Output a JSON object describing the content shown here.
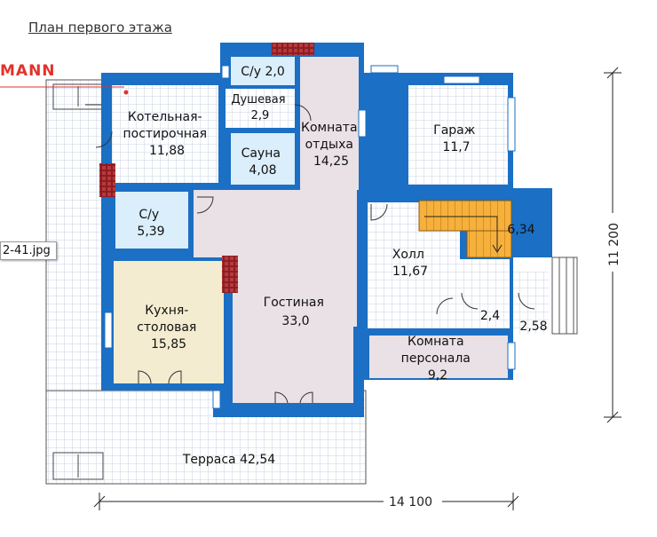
{
  "header": {
    "title": "План первого этажа"
  },
  "brand": {
    "text": "MANN"
  },
  "file_chip": {
    "text": "2-41.jpg"
  },
  "dimensions": {
    "width": "14 100",
    "height": "11 200"
  },
  "rooms": [
    {
      "id": "wc1",
      "lines": [
        "С/у 2,0"
      ]
    },
    {
      "id": "shower",
      "lines": [
        "Душевая",
        "2,9"
      ]
    },
    {
      "id": "boiler",
      "lines": [
        "Котельная-",
        "постирочная",
        "11,88"
      ]
    },
    {
      "id": "sauna",
      "lines": [
        "Сауна",
        "4,08"
      ]
    },
    {
      "id": "rest",
      "lines": [
        "Комната",
        "отдыха",
        "14,25"
      ]
    },
    {
      "id": "garage",
      "lines": [
        "Гараж",
        "11,7"
      ]
    },
    {
      "id": "wc2",
      "lines": [
        "С/у",
        "5,39"
      ]
    },
    {
      "id": "stairs",
      "lines": [
        "6,34"
      ]
    },
    {
      "id": "hall",
      "lines": [
        "Холл",
        "11,67"
      ]
    },
    {
      "id": "kitchen",
      "lines": [
        "Кухня-",
        "столовая",
        "15,85"
      ]
    },
    {
      "id": "living",
      "lines": [
        "Гостиная",
        "33,0"
      ]
    },
    {
      "id": "vest1",
      "lines": [
        "2,4"
      ]
    },
    {
      "id": "vest2",
      "lines": [
        "2,58"
      ]
    },
    {
      "id": "staff",
      "lines": [
        "Комната",
        "персонала",
        "9,2"
      ]
    },
    {
      "id": "terrace",
      "lines": [
        "Терраса 42,54"
      ]
    }
  ],
  "colors": {
    "wall": "#1b6fc4",
    "grid": "#c7d3e6",
    "room_pink": "#e9e1e6",
    "wet_blue": "#dbeefb",
    "kitchen_yellow": "#f4ecd0",
    "stairs_orange": "#f6b03c",
    "brick": "#8a1e22"
  }
}
